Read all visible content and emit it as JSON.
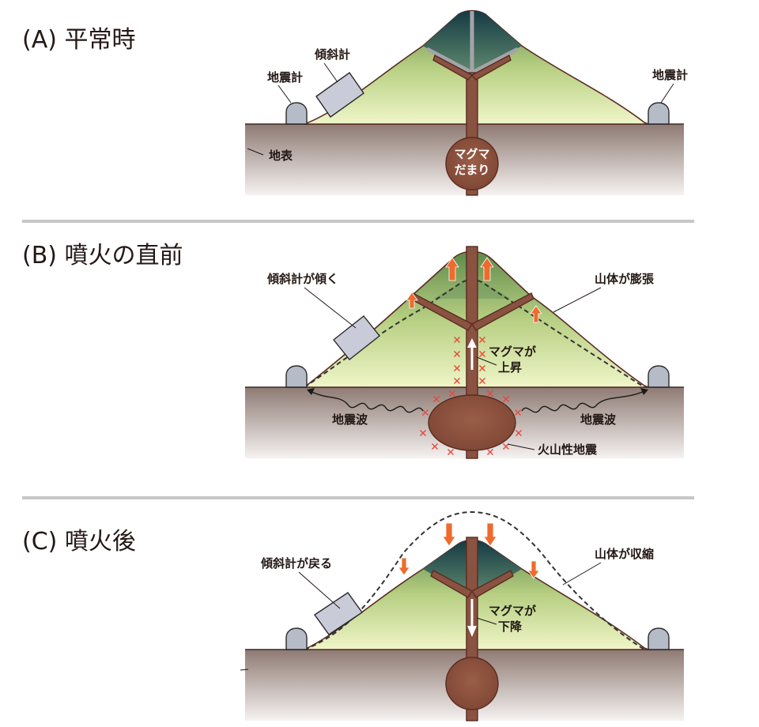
{
  "panels": {
    "a": {
      "heading": "(A)  平常時",
      "seismometer_left": "地震計",
      "seismometer_right": "地震計",
      "tiltmeter": "傾斜計",
      "ground": "地表",
      "chamber_line1": "マグマ",
      "chamber_line2": "だまり"
    },
    "b": {
      "heading": "(B)  噴火の直前",
      "tiltmeter": "傾斜計が傾く",
      "inflation": "山体が膨張",
      "magma_line1": "マグマが",
      "magma_line2": "上昇",
      "wave_left": "地震波",
      "wave_right": "地震波",
      "volcanic_quake": "火山性地震"
    },
    "c": {
      "heading": "(C)  噴火後",
      "tiltmeter": "傾斜計が戻る",
      "deflation": "山体が収縮",
      "magma_line1": "マグマが",
      "magma_line2": "下降"
    }
  },
  "colors": {
    "ground_top": "#8e7a73",
    "ground_bottom": "#f5f2f1",
    "mountain_top": "#5e8a4a",
    "mountain_bottom": "#eff5c8",
    "summit_top": "#153a44",
    "summit_bottom": "#5f8a6e",
    "magma": "#8a5240",
    "accent_orange": "#ee6b2d",
    "quake_red": "#e8473a"
  },
  "icons": [
    "seismometer-icon",
    "tiltmeter-icon",
    "upward-arrow-icon",
    "downward-arrow-icon",
    "earthquake-x-icon",
    "seismic-wave-icon"
  ]
}
